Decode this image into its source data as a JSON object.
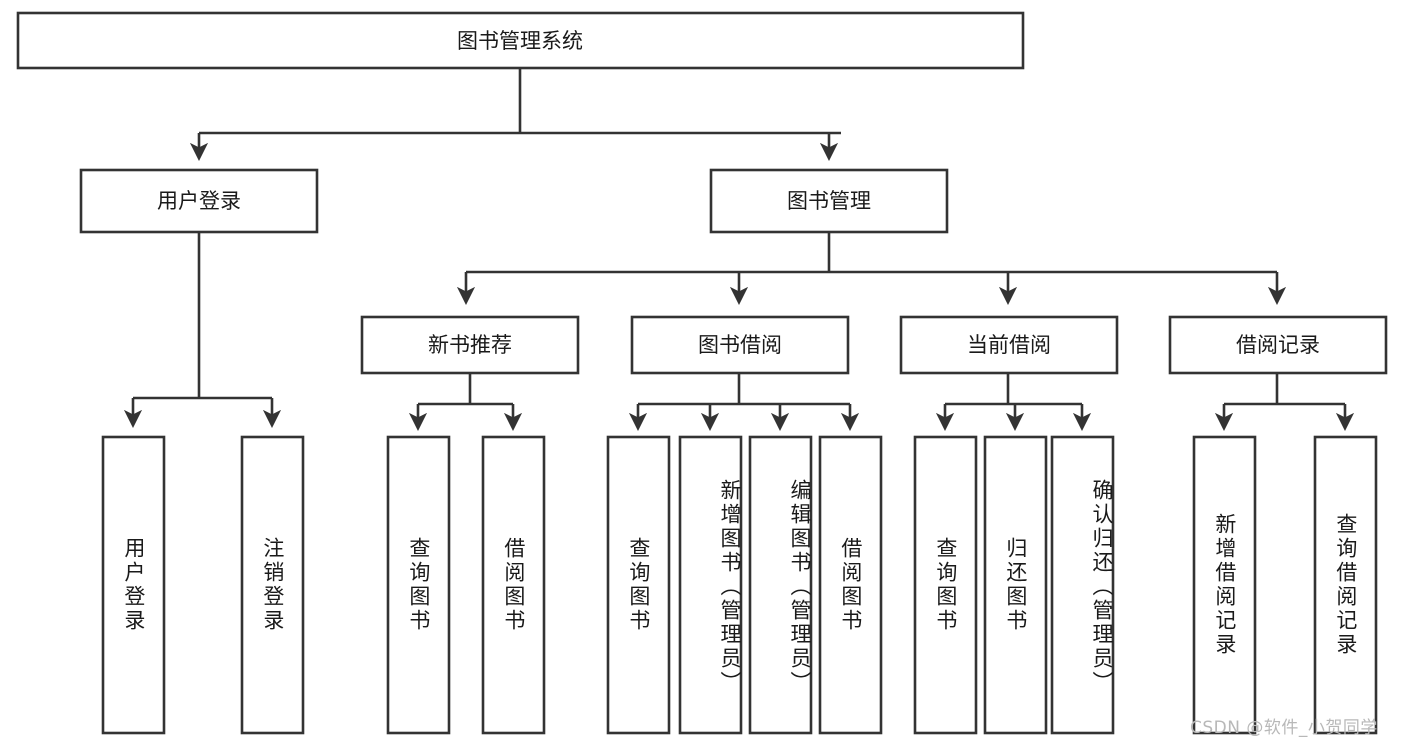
{
  "diagram": {
    "title": "图书管理系统",
    "root": {
      "id": "root",
      "label": "图书管理系统"
    },
    "level2": [
      {
        "id": "user-login",
        "label": "用户登录"
      },
      {
        "id": "book-manage",
        "label": "图书管理"
      }
    ],
    "level3": [
      {
        "id": "new-book-recommend",
        "label": "新书推荐",
        "parent": "book-manage"
      },
      {
        "id": "book-borrow",
        "label": "图书借阅",
        "parent": "book-manage"
      },
      {
        "id": "current-borrow",
        "label": "当前借阅",
        "parent": "book-manage"
      },
      {
        "id": "borrow-record",
        "label": "借阅记录",
        "parent": "book-manage"
      }
    ],
    "leaves": [
      {
        "id": "leaf-user-login",
        "label": "用户登录",
        "parent": "user-login"
      },
      {
        "id": "leaf-user-logout",
        "label": "注销登录",
        "parent": "user-login"
      },
      {
        "id": "leaf-query-book-1",
        "label": "查询图书",
        "parent": "new-book-recommend"
      },
      {
        "id": "leaf-borrow-book-1",
        "label": "借阅图书",
        "parent": "new-book-recommend"
      },
      {
        "id": "leaf-query-book-2",
        "label": "查询图书",
        "parent": "book-borrow"
      },
      {
        "id": "leaf-add-book",
        "label": "新增图书（管理员）",
        "parent": "book-borrow"
      },
      {
        "id": "leaf-edit-book",
        "label": "编辑图书（管理员）",
        "parent": "book-borrow"
      },
      {
        "id": "leaf-borrow-book-2",
        "label": "借阅图书",
        "parent": "book-borrow"
      },
      {
        "id": "leaf-query-book-3",
        "label": "查询图书",
        "parent": "current-borrow"
      },
      {
        "id": "leaf-return-book",
        "label": "归还图书",
        "parent": "current-borrow"
      },
      {
        "id": "leaf-confirm-return",
        "label": "确认归还（管理员）",
        "parent": "current-borrow"
      },
      {
        "id": "leaf-add-record",
        "label": "新增借阅记录",
        "parent": "borrow-record"
      },
      {
        "id": "leaf-query-record",
        "label": "查询借阅记录",
        "parent": "borrow-record"
      }
    ],
    "watermark": "CSDN @软件_小贺同学",
    "colors": {
      "stroke": "#333333",
      "box_fill": "#ffffff",
      "text": "#1a1a1a",
      "watermark": "#b8b8b8",
      "background": "#ffffff"
    }
  }
}
